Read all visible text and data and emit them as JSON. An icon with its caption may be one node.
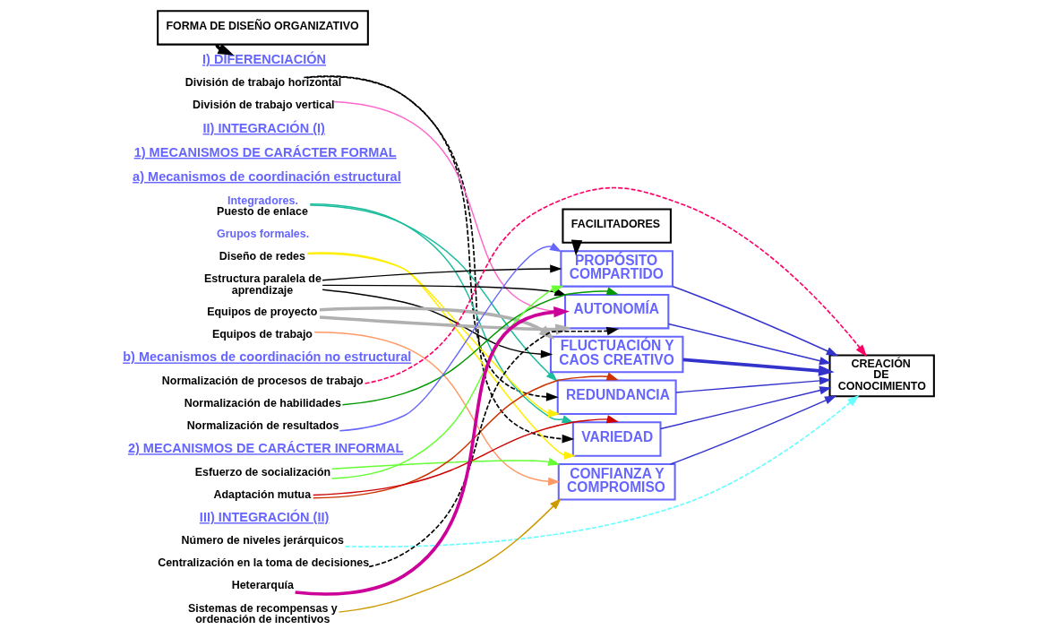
{
  "diagram": {
    "nodes": [
      {
        "text": [
          "FORMA DE DISEÑO ORGANIZATIVO"
        ]
      },
      {
        "text": [
          "I) DIFERENCIACIÓN"
        ]
      },
      {
        "text": [
          "División de trabajo horizontal"
        ]
      },
      {
        "text": [
          "División de trabajo vertical"
        ]
      },
      {
        "text": [
          "II) INTEGRACIÓN (I)"
        ]
      },
      {
        "text": [
          "1) MECANISMOS DE CARÁCTER FORMAL"
        ]
      },
      {
        "text": [
          "a) Mecanismos de coordinación estructural"
        ]
      },
      {
        "text": [
          "Integradores.",
          "Puesto de enlace"
        ]
      },
      {
        "text": [
          "Grupos formales."
        ]
      },
      {
        "text": [
          "Diseño de redes"
        ]
      },
      {
        "text": [
          "Estructura paralela de aprendizaje"
        ]
      },
      {
        "text": [
          "Equipos de proyecto"
        ]
      },
      {
        "text": [
          "Equipos de trabajo"
        ]
      },
      {
        "text": [
          "b) Mecanismos de coordinación no estructural"
        ]
      },
      {
        "text": [
          "Normalización de procesos de trabajo"
        ]
      },
      {
        "text": [
          "Normalización de habilidades"
        ]
      },
      {
        "text": [
          "Normalización de resultados"
        ]
      },
      {
        "text": [
          "2) MECANISMOS DE CARÁCTER INFORMAL"
        ]
      },
      {
        "text": [
          "Esfuerzo de socialización"
        ]
      },
      {
        "text": [
          "Adaptación mutua"
        ]
      },
      {
        "text": [
          "III) INTEGRACIÓN (II)"
        ]
      },
      {
        "text": [
          "Número de niveles jerárquicos"
        ]
      },
      {
        "text": [
          "Centralización en la toma de decisiones"
        ]
      },
      {
        "text": [
          "Heterarquía"
        ]
      },
      {
        "text": [
          "Sistemas de recompensas y ordenación de incentivos"
        ]
      },
      {
        "text": [
          "FACILITADORES"
        ]
      },
      {
        "text": [
          "PROPÓSITO COMPARTIDO"
        ]
      },
      {
        "text": [
          "AUTONOMÍA"
        ]
      },
      {
        "text": [
          "FLUCTUACIÓN Y CAOS CREATIVO"
        ]
      },
      {
        "text": [
          "REDUNDANCIA"
        ]
      },
      {
        "text": [
          "VARIEDAD"
        ]
      },
      {
        "text": [
          "CONFIANZA Y COMPROMISO"
        ]
      },
      {
        "text": [
          "CREACIÓN DE CONOCIMIENTO"
        ]
      }
    ],
    "edges": [
      {
        "from": 0,
        "to": 1,
        "arrow": "to",
        "style": "thick"
      },
      {
        "from": 25,
        "to": 26,
        "arrow": "to",
        "style": "thick"
      },
      {
        "from": 2,
        "to": 29,
        "arrow": "to",
        "style": "dashed"
      },
      {
        "from": 2,
        "to": 30,
        "arrow": "to",
        "style": "dashed"
      },
      {
        "from": 3,
        "to": 27,
        "arrow": "to",
        "color": "#ff66cc"
      },
      {
        "from": 7,
        "to": 29,
        "arrow": "to",
        "color": "#1abc9c"
      },
      {
        "from": 7,
        "to": 30,
        "arrow": "to",
        "color": "#1abc9c"
      },
      {
        "from": 9,
        "to": 29,
        "arrow": "to",
        "color": "#ffee00"
      },
      {
        "from": 9,
        "to": 30,
        "arrow": "to",
        "color": "#ffee00"
      },
      {
        "from": 10,
        "to": 26,
        "arrow": "to"
      },
      {
        "from": 10,
        "to": 27,
        "arrow": "to"
      },
      {
        "from": 10,
        "to": 28,
        "arrow": "to"
      },
      {
        "from": 11,
        "to": 27,
        "arrow": "to",
        "style": "thick",
        "color": "#b0b0b0"
      },
      {
        "from": 11,
        "to": 28,
        "arrow": "to",
        "style": "thick",
        "color": "#b0b0b0"
      },
      {
        "from": 12,
        "to": 31,
        "arrow": "to",
        "color": "#ff9966"
      },
      {
        "from": 14,
        "to": 32,
        "arrow": "to",
        "style": "dashed",
        "color": "#ff0066"
      },
      {
        "from": 15,
        "to": 27,
        "arrow": "to",
        "color": "#009900"
      },
      {
        "from": 16,
        "to": 26,
        "arrow": "to",
        "color": "#6666ff"
      },
      {
        "from": 18,
        "to": 26,
        "arrow": "to",
        "color": "#66ff33"
      },
      {
        "from": 18,
        "to": 31,
        "arrow": "to",
        "color": "#66ff33"
      },
      {
        "from": 19,
        "to": 29,
        "arrow": "to",
        "color": "#cc3300"
      },
      {
        "from": 19,
        "to": 30,
        "arrow": "to",
        "color": "#cc0000"
      },
      {
        "from": 21,
        "to": 32,
        "arrow": "to",
        "style": "dashed",
        "color": "#66ffff"
      },
      {
        "from": 22,
        "to": 27,
        "arrow": "to",
        "style": "dashed"
      },
      {
        "from": 23,
        "to": 27,
        "arrow": "to",
        "style": "thick",
        "color": "#cc0099"
      },
      {
        "from": 24,
        "to": 31,
        "arrow": "to",
        "color": "#cc9900"
      },
      {
        "from": 26,
        "to": 32,
        "arrow": "to",
        "color": "#3333cc"
      },
      {
        "from": 27,
        "to": 32,
        "arrow": "to",
        "color": "#3333cc"
      },
      {
        "from": 28,
        "to": 32,
        "arrow": "to",
        "style": "thick",
        "color": "#3333cc"
      },
      {
        "from": 29,
        "to": 32,
        "arrow": "to",
        "color": "#3333cc"
      },
      {
        "from": 30,
        "to": 32,
        "arrow": "to",
        "color": "#3333cc"
      },
      {
        "from": 31,
        "to": 32,
        "arrow": "to",
        "color": "#3333cc"
      }
    ]
  }
}
